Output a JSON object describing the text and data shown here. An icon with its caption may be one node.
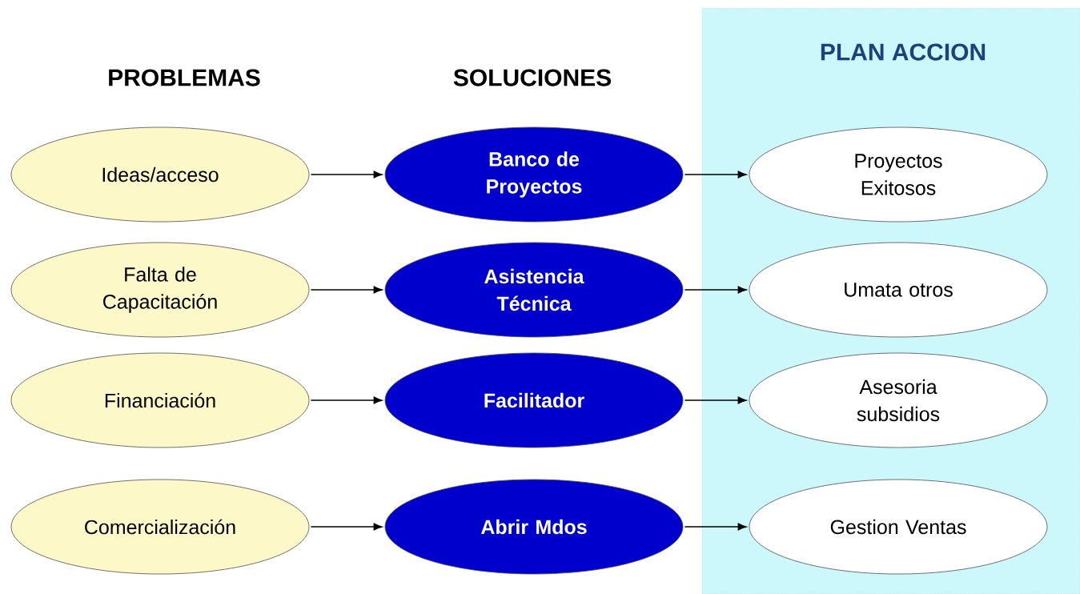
{
  "diagram": {
    "nodes": [
      {
        "text": [
          "PLAN ACCION"
        ]
      },
      {
        "text": [
          "Ideas/acceso"
        ]
      },
      {
        "text": [
          "Banco de Proyectos"
        ]
      },
      {
        "text": [
          "Proyectos Exitosos"
        ],
        "in": 0
      },
      {
        "text": [
          "Falta de Capacitación"
        ]
      },
      {
        "text": [
          "Asistencia Técnica"
        ]
      },
      {
        "text": [
          "Umata otros"
        ],
        "in": 0
      },
      {
        "text": [
          "Financiación"
        ]
      },
      {
        "text": [
          "Facilitador"
        ]
      },
      {
        "text": [
          "Asesoria subsidios"
        ],
        "in": 0
      },
      {
        "text": [
          "Comercialización"
        ]
      },
      {
        "text": [
          "Abrir Mdos"
        ]
      },
      {
        "text": [
          "Gestion Ventas"
        ],
        "in": 0
      }
    ],
    "edges": [
      {
        "from": 1,
        "to": 2,
        "arrow": "to"
      },
      {
        "from": 2,
        "to": 3,
        "arrow": "to"
      },
      {
        "from": 4,
        "to": 5,
        "arrow": "to"
      },
      {
        "from": 5,
        "to": 6,
        "arrow": "to"
      },
      {
        "from": 7,
        "to": 8,
        "arrow": "to"
      },
      {
        "from": 8,
        "to": 9,
        "arrow": "to"
      },
      {
        "from": 10,
        "to": 11,
        "arrow": "to"
      },
      {
        "from": 11,
        "to": 12,
        "arrow": "to"
      }
    ],
    "labels": [
      "PROBLEMAS",
      "SOLUCIONES"
    ]
  }
}
